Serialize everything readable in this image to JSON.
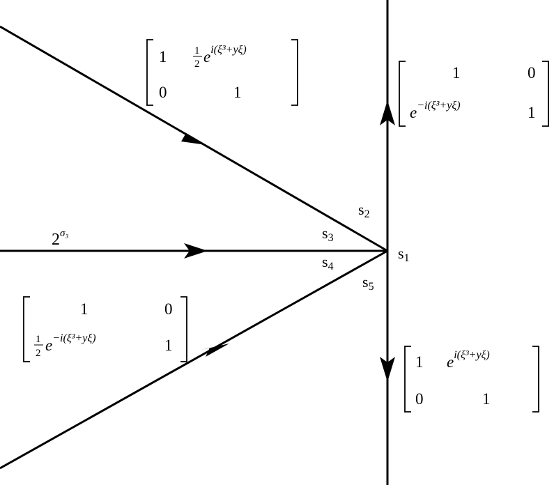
{
  "figure": {
    "stroke_color": "#000000",
    "background": "#ffffff"
  },
  "contour_labels": {
    "s1": "s",
    "s1_sub": "1",
    "s2": "s",
    "s2_sub": "2",
    "s3": "s",
    "s3_sub": "3",
    "s4": "s",
    "s4_sub": "4",
    "s5": "s",
    "s5_sub": "5"
  },
  "jumps": {
    "horizontal": {
      "base": "2",
      "exponent": "σ₃"
    },
    "upper_left": {
      "r1c1": "1",
      "r1c2_frac_num": "1",
      "r1c2_frac_den": "2",
      "r1c2_exp": "e",
      "r1c2_power": "i(ξ³+yξ)",
      "r2c1": "0",
      "r2c2": "1"
    },
    "upper_right": {
      "r1c1": "1",
      "r1c2": "0",
      "r2c1_exp": "e",
      "r2c1_power": "−i(ξ³+yξ)",
      "r2c2": "1"
    },
    "lower_left": {
      "r1c1": "1",
      "r1c2": "0",
      "r2c1_frac_num": "1",
      "r2c1_frac_den": "2",
      "r2c1_exp": "e",
      "r2c1_power": "−i(ξ³+yξ)",
      "r2c2": "1"
    },
    "lower_right": {
      "r1c1": "1",
      "r1c2_exp": "e",
      "r1c2_power": "i(ξ³+yξ)",
      "r2c1": "0",
      "r2c2": "1"
    }
  }
}
